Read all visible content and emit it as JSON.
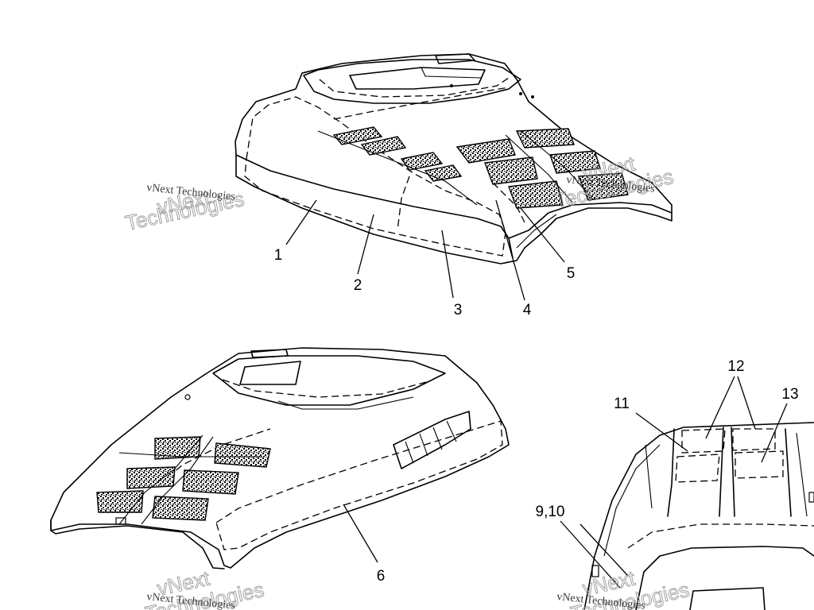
{
  "callouts": {
    "c1": "1",
    "c2": "2",
    "c3": "3",
    "c4": "4",
    "c5": "5",
    "c6": "6",
    "c9_10": "9,10",
    "c11": "11",
    "c12": "12",
    "c13": "13"
  },
  "watermarks": {
    "small_text": "vNext Technologies",
    "large_line1": "vNext",
    "large_line2": "Technologies"
  }
}
